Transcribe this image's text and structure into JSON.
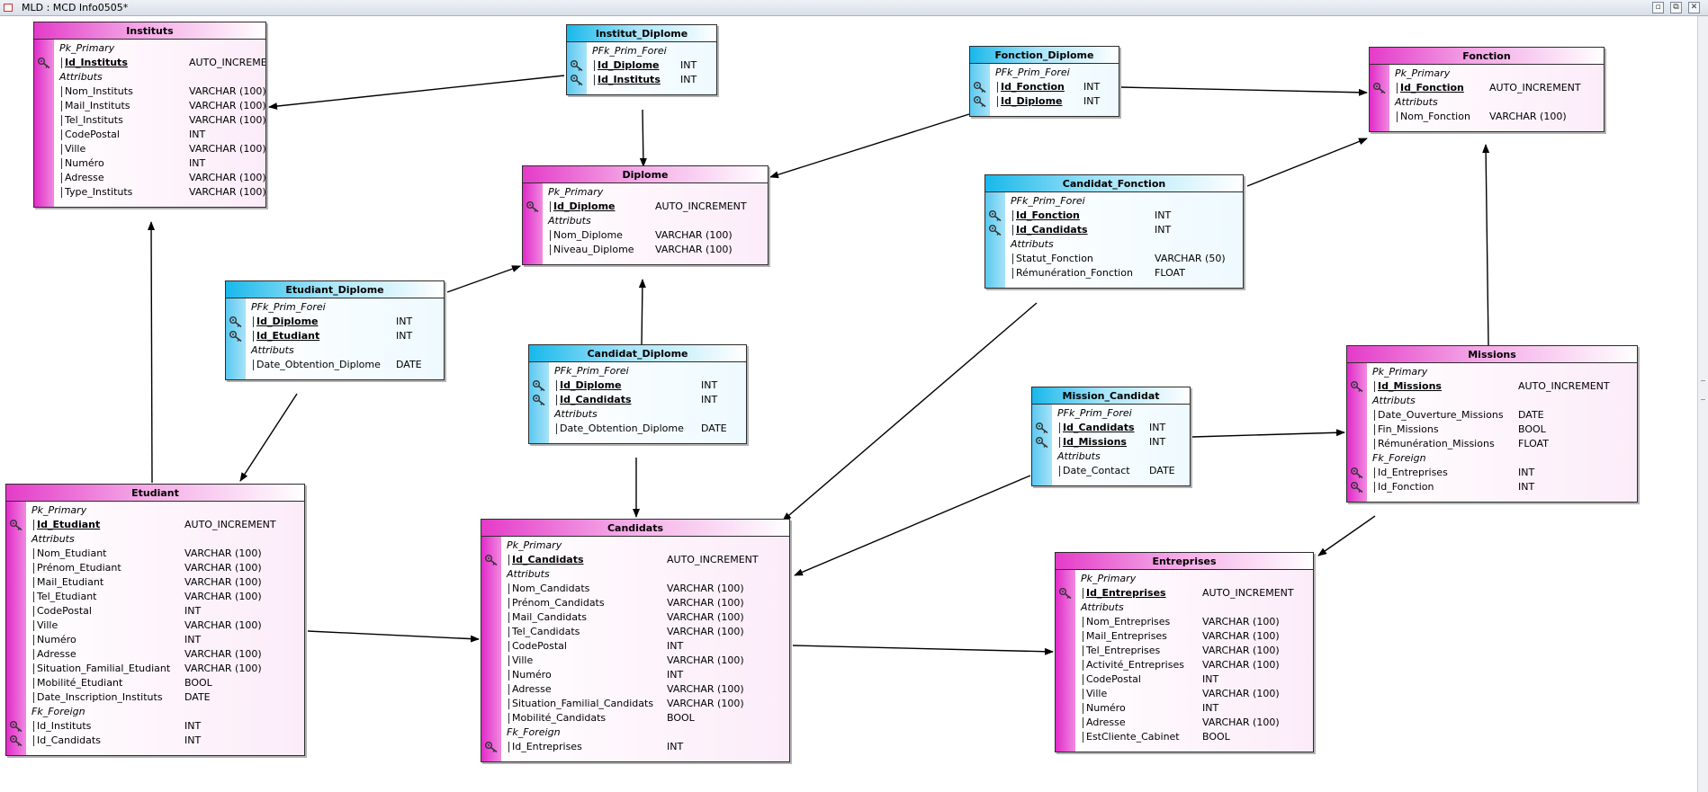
{
  "window": {
    "title": "MLD : MCD Info0505*",
    "buttons": [
      "minimize-button",
      "maximize-button",
      "close-button"
    ]
  },
  "colors": {
    "entity_accent": "#e12ac8",
    "association_accent": "#18b8ea",
    "link": "#000000"
  },
  "tables": [
    {
      "id": "instituts",
      "name": "Instituts",
      "kind": "entity",
      "sections": [
        {
          "label": "Pk_Primary",
          "fields": [
            {
              "name": "Id_Instituts",
              "type": "AUTO_INCREMENT",
              "key": true
            }
          ]
        },
        {
          "label": "Attributs",
          "fields": [
            {
              "name": "Nom_Instituts",
              "type": "VARCHAR (100)"
            },
            {
              "name": "Mail_Instituts",
              "type": "VARCHAR (100)"
            },
            {
              "name": "Tel_Instituts",
              "type": "VARCHAR (100)"
            },
            {
              "name": "CodePostal",
              "type": "INT"
            },
            {
              "name": "Ville",
              "type": "VARCHAR (100)"
            },
            {
              "name": "Numéro",
              "type": "INT"
            },
            {
              "name": "Adresse",
              "type": "VARCHAR (100)"
            },
            {
              "name": "Type_Instituts",
              "type": "VARCHAR (100)"
            }
          ]
        }
      ]
    },
    {
      "id": "institut_diplome",
      "name": "Institut_Diplome",
      "kind": "association",
      "sections": [
        {
          "label": "PFk_Prim_Forei",
          "fields": [
            {
              "name": "Id_Diplome",
              "type": "INT",
              "key": true
            },
            {
              "name": "Id_Instituts",
              "type": "INT",
              "key": true
            }
          ]
        }
      ]
    },
    {
      "id": "fonction_diplome",
      "name": "Fonction_Diplome",
      "kind": "association",
      "sections": [
        {
          "label": "PFk_Prim_Forei",
          "fields": [
            {
              "name": "Id_Fonction",
              "type": "INT",
              "key": true
            },
            {
              "name": "Id_Diplome",
              "type": "INT",
              "key": true
            }
          ]
        }
      ]
    },
    {
      "id": "fonction",
      "name": "Fonction",
      "kind": "entity",
      "sections": [
        {
          "label": "Pk_Primary",
          "fields": [
            {
              "name": "Id_Fonction",
              "type": "AUTO_INCREMENT",
              "key": true
            }
          ]
        },
        {
          "label": "Attributs",
          "fields": [
            {
              "name": "Nom_Fonction",
              "type": "VARCHAR (100)"
            }
          ]
        }
      ]
    },
    {
      "id": "diplome",
      "name": "Diplome",
      "kind": "entity",
      "sections": [
        {
          "label": "Pk_Primary",
          "fields": [
            {
              "name": "Id_Diplome",
              "type": "AUTO_INCREMENT",
              "key": true
            }
          ]
        },
        {
          "label": "Attributs",
          "fields": [
            {
              "name": "Nom_Diplome",
              "type": "VARCHAR (100)"
            },
            {
              "name": "Niveau_Diplome",
              "type": "VARCHAR (100)"
            }
          ]
        }
      ]
    },
    {
      "id": "candidat_fonction",
      "name": "Candidat_Fonction",
      "kind": "association",
      "sections": [
        {
          "label": "PFk_Prim_Forei",
          "fields": [
            {
              "name": "Id_Fonction",
              "type": "INT",
              "key": true
            },
            {
              "name": "Id_Candidats",
              "type": "INT",
              "key": true
            }
          ]
        },
        {
          "label": "Attributs",
          "fields": [
            {
              "name": "Statut_Fonction",
              "type": "VARCHAR (50)"
            },
            {
              "name": "Rémunération_Fonction",
              "type": "FLOAT"
            }
          ]
        }
      ]
    },
    {
      "id": "etudiant_diplome",
      "name": "Etudiant_Diplome",
      "kind": "association",
      "sections": [
        {
          "label": "PFk_Prim_Forei",
          "fields": [
            {
              "name": "Id_Diplome",
              "type": "INT",
              "key": true
            },
            {
              "name": "Id_Etudiant",
              "type": "INT",
              "key": true
            }
          ]
        },
        {
          "label": "Attributs",
          "fields": [
            {
              "name": "Date_Obtention_Diplome",
              "type": "DATE"
            }
          ]
        }
      ]
    },
    {
      "id": "candidat_diplome",
      "name": "Candidat_Diplome",
      "kind": "association",
      "sections": [
        {
          "label": "PFk_Prim_Forei",
          "fields": [
            {
              "name": "Id_Diplome",
              "type": "INT",
              "key": true
            },
            {
              "name": "Id_Candidats",
              "type": "INT",
              "key": true
            }
          ]
        },
        {
          "label": "Attributs",
          "fields": [
            {
              "name": "Date_Obtention_Diplome",
              "type": "DATE"
            }
          ]
        }
      ]
    },
    {
      "id": "missions",
      "name": "Missions",
      "kind": "entity",
      "sections": [
        {
          "label": "Pk_Primary",
          "fields": [
            {
              "name": "Id_Missions",
              "type": "AUTO_INCREMENT",
              "key": true
            }
          ]
        },
        {
          "label": "Attributs",
          "fields": [
            {
              "name": "Date_Ouverture_Missions",
              "type": "DATE"
            },
            {
              "name": "Fin_Missions",
              "type": "BOOL"
            },
            {
              "name": "Rémunération_Missions",
              "type": "FLOAT"
            }
          ]
        },
        {
          "label": "Fk_Foreign",
          "fields": [
            {
              "name": "Id_Entreprises",
              "type": "INT",
              "icon": true
            },
            {
              "name": "Id_Fonction",
              "type": "INT",
              "icon": true
            }
          ]
        }
      ]
    },
    {
      "id": "mission_candidat",
      "name": "Mission_Candidat",
      "kind": "association",
      "sections": [
        {
          "label": "PFk_Prim_Forei",
          "fields": [
            {
              "name": "Id_Candidats",
              "type": "INT",
              "key": true
            },
            {
              "name": "Id_Missions",
              "type": "INT",
              "key": true
            }
          ]
        },
        {
          "label": "Attributs",
          "fields": [
            {
              "name": "Date_Contact",
              "type": "DATE"
            }
          ]
        }
      ]
    },
    {
      "id": "etudiant",
      "name": "Etudiant",
      "kind": "entity",
      "sections": [
        {
          "label": "Pk_Primary",
          "fields": [
            {
              "name": "Id_Etudiant",
              "type": "AUTO_INCREMENT",
              "key": true
            }
          ]
        },
        {
          "label": "Attributs",
          "fields": [
            {
              "name": "Nom_Etudiant",
              "type": "VARCHAR (100)"
            },
            {
              "name": "Prénom_Etudiant",
              "type": "VARCHAR (100)"
            },
            {
              "name": "Mail_Etudiant",
              "type": "VARCHAR (100)"
            },
            {
              "name": "Tel_Etudiant",
              "type": "VARCHAR (100)"
            },
            {
              "name": "CodePostal",
              "type": "INT"
            },
            {
              "name": "Ville",
              "type": "VARCHAR (100)"
            },
            {
              "name": "Numéro",
              "type": "INT"
            },
            {
              "name": "Adresse",
              "type": "VARCHAR (100)"
            },
            {
              "name": "Situation_Familial_Etudiant",
              "type": "VARCHAR (100)"
            },
            {
              "name": "Mobilité_Etudiant",
              "type": "BOOL"
            },
            {
              "name": "Date_Inscription_Instituts",
              "type": "DATE"
            }
          ]
        },
        {
          "label": "Fk_Foreign",
          "fields": [
            {
              "name": "Id_Instituts",
              "type": "INT",
              "icon": true
            },
            {
              "name": "Id_Candidats",
              "type": "INT",
              "icon": true
            }
          ]
        }
      ]
    },
    {
      "id": "candidats",
      "name": "Candidats",
      "kind": "entity",
      "sections": [
        {
          "label": "Pk_Primary",
          "fields": [
            {
              "name": "Id_Candidats",
              "type": "AUTO_INCREMENT",
              "key": true
            }
          ]
        },
        {
          "label": "Attributs",
          "fields": [
            {
              "name": "Nom_Candidats",
              "type": "VARCHAR (100)"
            },
            {
              "name": "Prénom_Candidats",
              "type": "VARCHAR (100)"
            },
            {
              "name": "Mail_Candidats",
              "type": "VARCHAR (100)"
            },
            {
              "name": "Tel_Candidats",
              "type": "VARCHAR (100)"
            },
            {
              "name": "CodePostal",
              "type": "INT"
            },
            {
              "name": "Ville",
              "type": "VARCHAR (100)"
            },
            {
              "name": "Numéro",
              "type": "INT"
            },
            {
              "name": "Adresse",
              "type": "VARCHAR (100)"
            },
            {
              "name": "Situation_Familial_Candidats",
              "type": "VARCHAR (100)"
            },
            {
              "name": "Mobilité_Candidats",
              "type": "BOOL"
            }
          ]
        },
        {
          "label": "Fk_Foreign",
          "fields": [
            {
              "name": "Id_Entreprises",
              "type": "INT",
              "icon": true
            }
          ]
        }
      ]
    },
    {
      "id": "entreprises",
      "name": "Entreprises",
      "kind": "entity",
      "sections": [
        {
          "label": "Pk_Primary",
          "fields": [
            {
              "name": "Id_Entreprises",
              "type": "AUTO_INCREMENT",
              "key": true
            }
          ]
        },
        {
          "label": "Attributs",
          "fields": [
            {
              "name": "Nom_Entreprises",
              "type": "VARCHAR (100)"
            },
            {
              "name": "Mail_Entreprises",
              "type": "VARCHAR (100)"
            },
            {
              "name": "Tel_Entreprises",
              "type": "VARCHAR (100)"
            },
            {
              "name": "Activité_Entreprises",
              "type": "VARCHAR (100)"
            },
            {
              "name": "CodePostal",
              "type": "INT"
            },
            {
              "name": "Ville",
              "type": "VARCHAR (100)"
            },
            {
              "name": "Numéro",
              "type": "INT"
            },
            {
              "name": "Adresse",
              "type": "VARCHAR (100)"
            },
            {
              "name": "EstCliente_Cabinet",
              "type": "BOOL"
            }
          ]
        }
      ]
    }
  ],
  "links": [
    {
      "from": "institut_diplome",
      "to": "instituts"
    },
    {
      "from": "institut_diplome",
      "to": "diplome"
    },
    {
      "from": "fonction_diplome",
      "to": "fonction"
    },
    {
      "from": "fonction_diplome",
      "to": "diplome"
    },
    {
      "from": "candidat_fonction",
      "to": "fonction"
    },
    {
      "from": "candidat_fonction",
      "to": "candidats"
    },
    {
      "from": "etudiant_diplome",
      "to": "diplome"
    },
    {
      "from": "etudiant_diplome",
      "to": "etudiant"
    },
    {
      "from": "candidat_diplome",
      "to": "diplome"
    },
    {
      "from": "candidat_diplome",
      "to": "candidats"
    },
    {
      "from": "etudiant",
      "to": "instituts"
    },
    {
      "from": "etudiant",
      "to": "candidats"
    },
    {
      "from": "mission_candidat",
      "to": "missions"
    },
    {
      "from": "mission_candidat",
      "to": "candidats"
    },
    {
      "from": "missions",
      "to": "fonction"
    },
    {
      "from": "missions",
      "to": "entreprises"
    },
    {
      "from": "candidats",
      "to": "entreprises"
    }
  ]
}
